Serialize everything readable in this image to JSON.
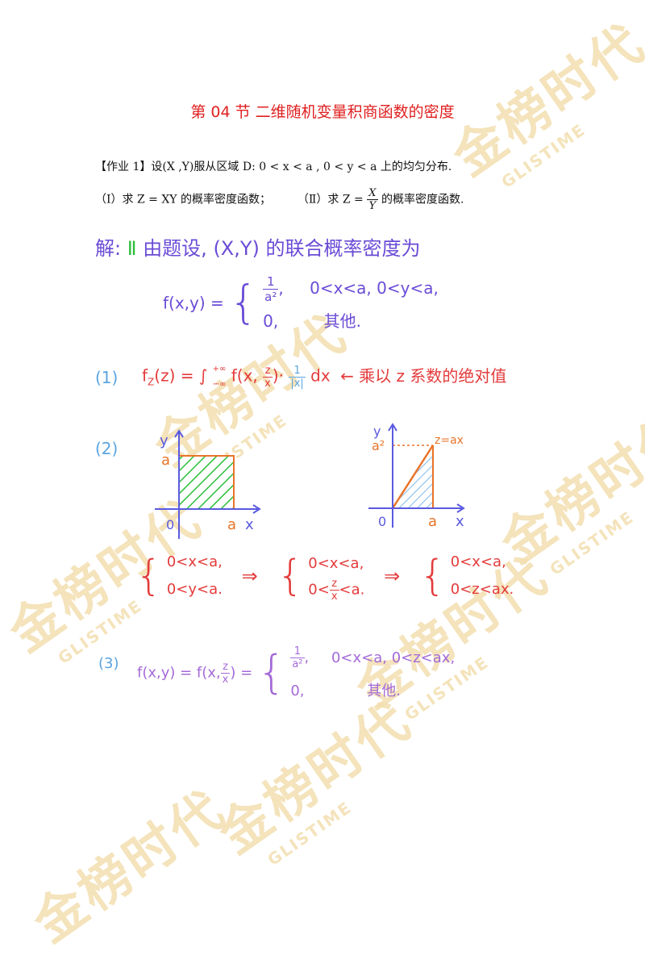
{
  "watermark": {
    "brand": "金榜时代",
    "english": "GLISTIME"
  },
  "title": "第 04 节  二维随机变量积商函数的密度",
  "problem": {
    "line1": "【作业 1】设(X ,Y)服从区域 D: 0 < x < a , 0 < y < a 上的均匀分布.",
    "part1": "（Ⅰ）求 Z = XY 的概率密度函数；",
    "part2_prefix": "（Ⅱ）求 Z =",
    "part2_num": "X",
    "part2_den": "Y",
    "part2_suffix": "的概率密度函数."
  },
  "solution": {
    "jie": "解:",
    "roman": "Ⅱ",
    "intro": "由题设, (X,Y) 的联合概率密度为",
    "f_lhs": "f(x,y) =",
    "case1_num": "1",
    "case1_den": "a²",
    "case1_cond": "0<x<a, 0<y<a,",
    "case2_val": "0,",
    "case2_cond": "其他.",
    "step1_label": "(1)",
    "step1_lhs": "f",
    "step1_sub": "Z",
    "step1_arg": "(z) = ∫",
    "step1_upper": "+∞",
    "step1_lower": "−∞",
    "step1_integrand": "f(x,",
    "step1_frac_num": "z",
    "step1_frac_den": "x",
    "step1_close": ")·",
    "step1_abs_num": "1",
    "step1_abs_den": "|x|",
    "step1_dx": "dx",
    "step1_note": "← 乘以 z 系数的绝对值",
    "step2_label": "(2)",
    "graph1": {
      "y": "y",
      "a": "a",
      "o": "0",
      "xa": "a",
      "x": "x"
    },
    "graph2": {
      "y": "y",
      "a2": "a²",
      "line": "z=ax",
      "o": "0",
      "xa": "a",
      "x": "x"
    },
    "sys1": [
      "0<x<a,",
      "0<y<a."
    ],
    "arrow1": "⇒",
    "sys2_1": "0<x<a,",
    "sys2_2_pre": "0<",
    "sys2_2_num": "z",
    "sys2_2_den": "x",
    "sys2_2_post": "<a.",
    "arrow2": "⇒",
    "sys3": [
      "0<x<a,",
      "0<z<ax."
    ],
    "step3_label": "(3)",
    "step3_lhs": "f(x,y) = f(x,",
    "step3_num": "z",
    "step3_den": "x",
    "step3_eq": ") =",
    "step3_case1_num": "1",
    "step3_case1_den": "a²",
    "step3_case1_cond": "0<x<a, 0<z<ax,",
    "step3_case2_val": "0,",
    "step3_case2_cond": "其他."
  }
}
